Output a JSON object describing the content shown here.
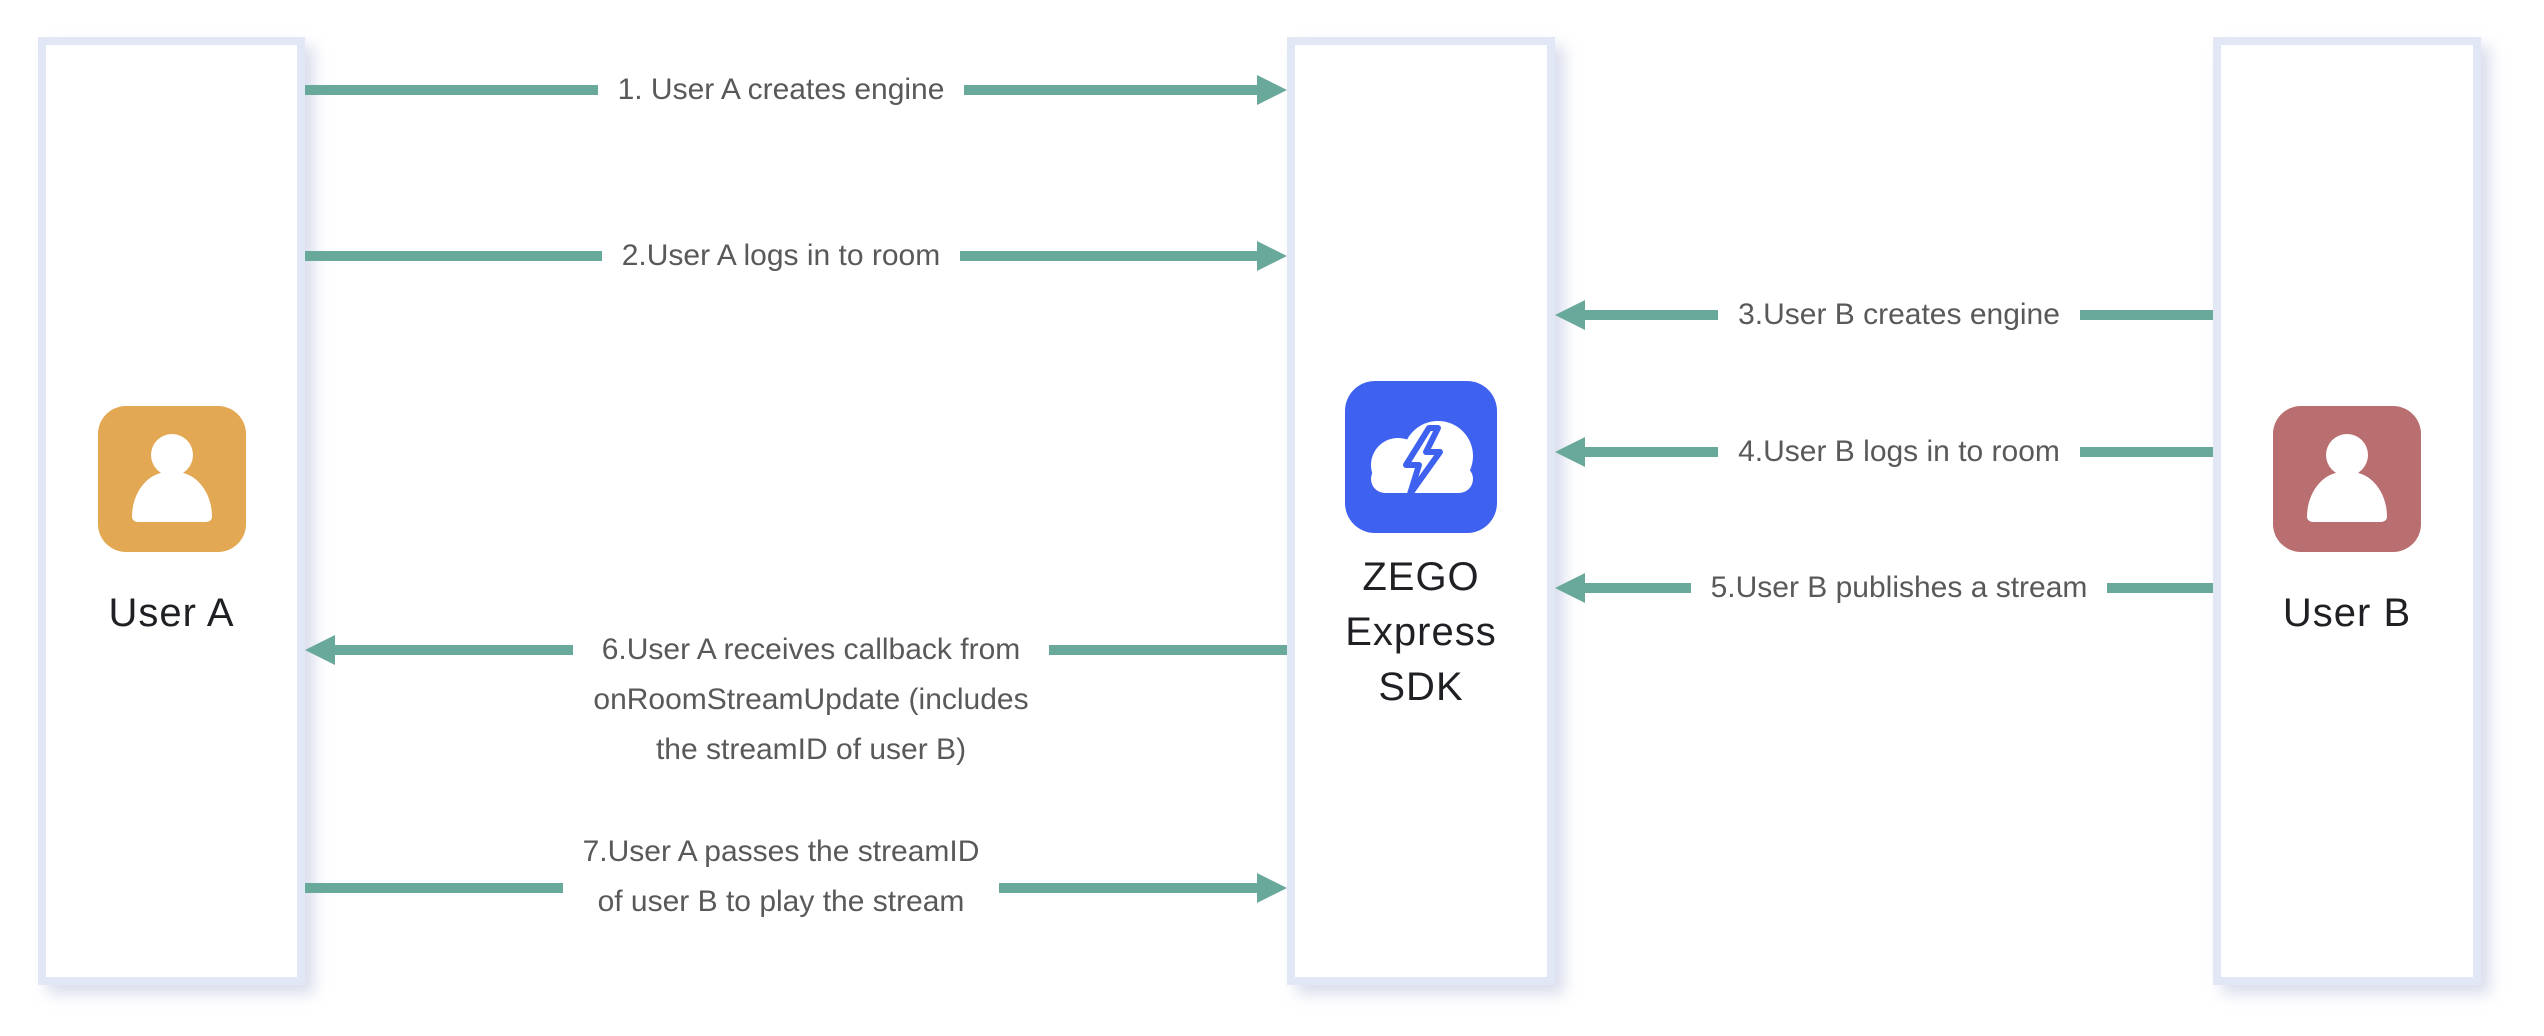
{
  "colors": {
    "arrow_teal": "#68a99b",
    "lane_border": "#e2e7f6",
    "step_text": "#58595b",
    "lane_label_text": "#1f2023",
    "user_a_avatar": "#e2a854",
    "user_b_avatar": "#b96e70",
    "zego_blue": "#3e61f0",
    "icon_glyph": "#ffffff"
  },
  "lanes": {
    "user_a": {
      "label": "User A",
      "icon": "person-icon"
    },
    "sdk": {
      "label_lines": {
        "0": "ZEGO",
        "1": "Express",
        "2": "SDK"
      },
      "icon": "cloud-lightning-icon"
    },
    "user_b": {
      "label": "User B",
      "icon": "person-icon"
    }
  },
  "arrows": [
    {
      "step": 1,
      "direction": "right",
      "lines": [
        "1. User A creates engine"
      ]
    },
    {
      "step": 2,
      "direction": "right",
      "lines": [
        "2.User A logs in to room"
      ]
    },
    {
      "step": 3,
      "direction": "left",
      "lines": [
        "3.User B creates engine"
      ]
    },
    {
      "step": 4,
      "direction": "left",
      "lines": [
        "4.User B logs in to room"
      ]
    },
    {
      "step": 5,
      "direction": "left",
      "lines": [
        "5.User B publishes a stream"
      ]
    },
    {
      "step": 6,
      "direction": "left",
      "lines": [
        "6.User A receives callback from",
        "onRoomStreamUpdate (includes",
        "the streamID of user B)"
      ]
    },
    {
      "step": 7,
      "direction": "right",
      "lines": [
        "7.User A passes the streamID",
        "of user B to play the stream"
      ]
    }
  ]
}
